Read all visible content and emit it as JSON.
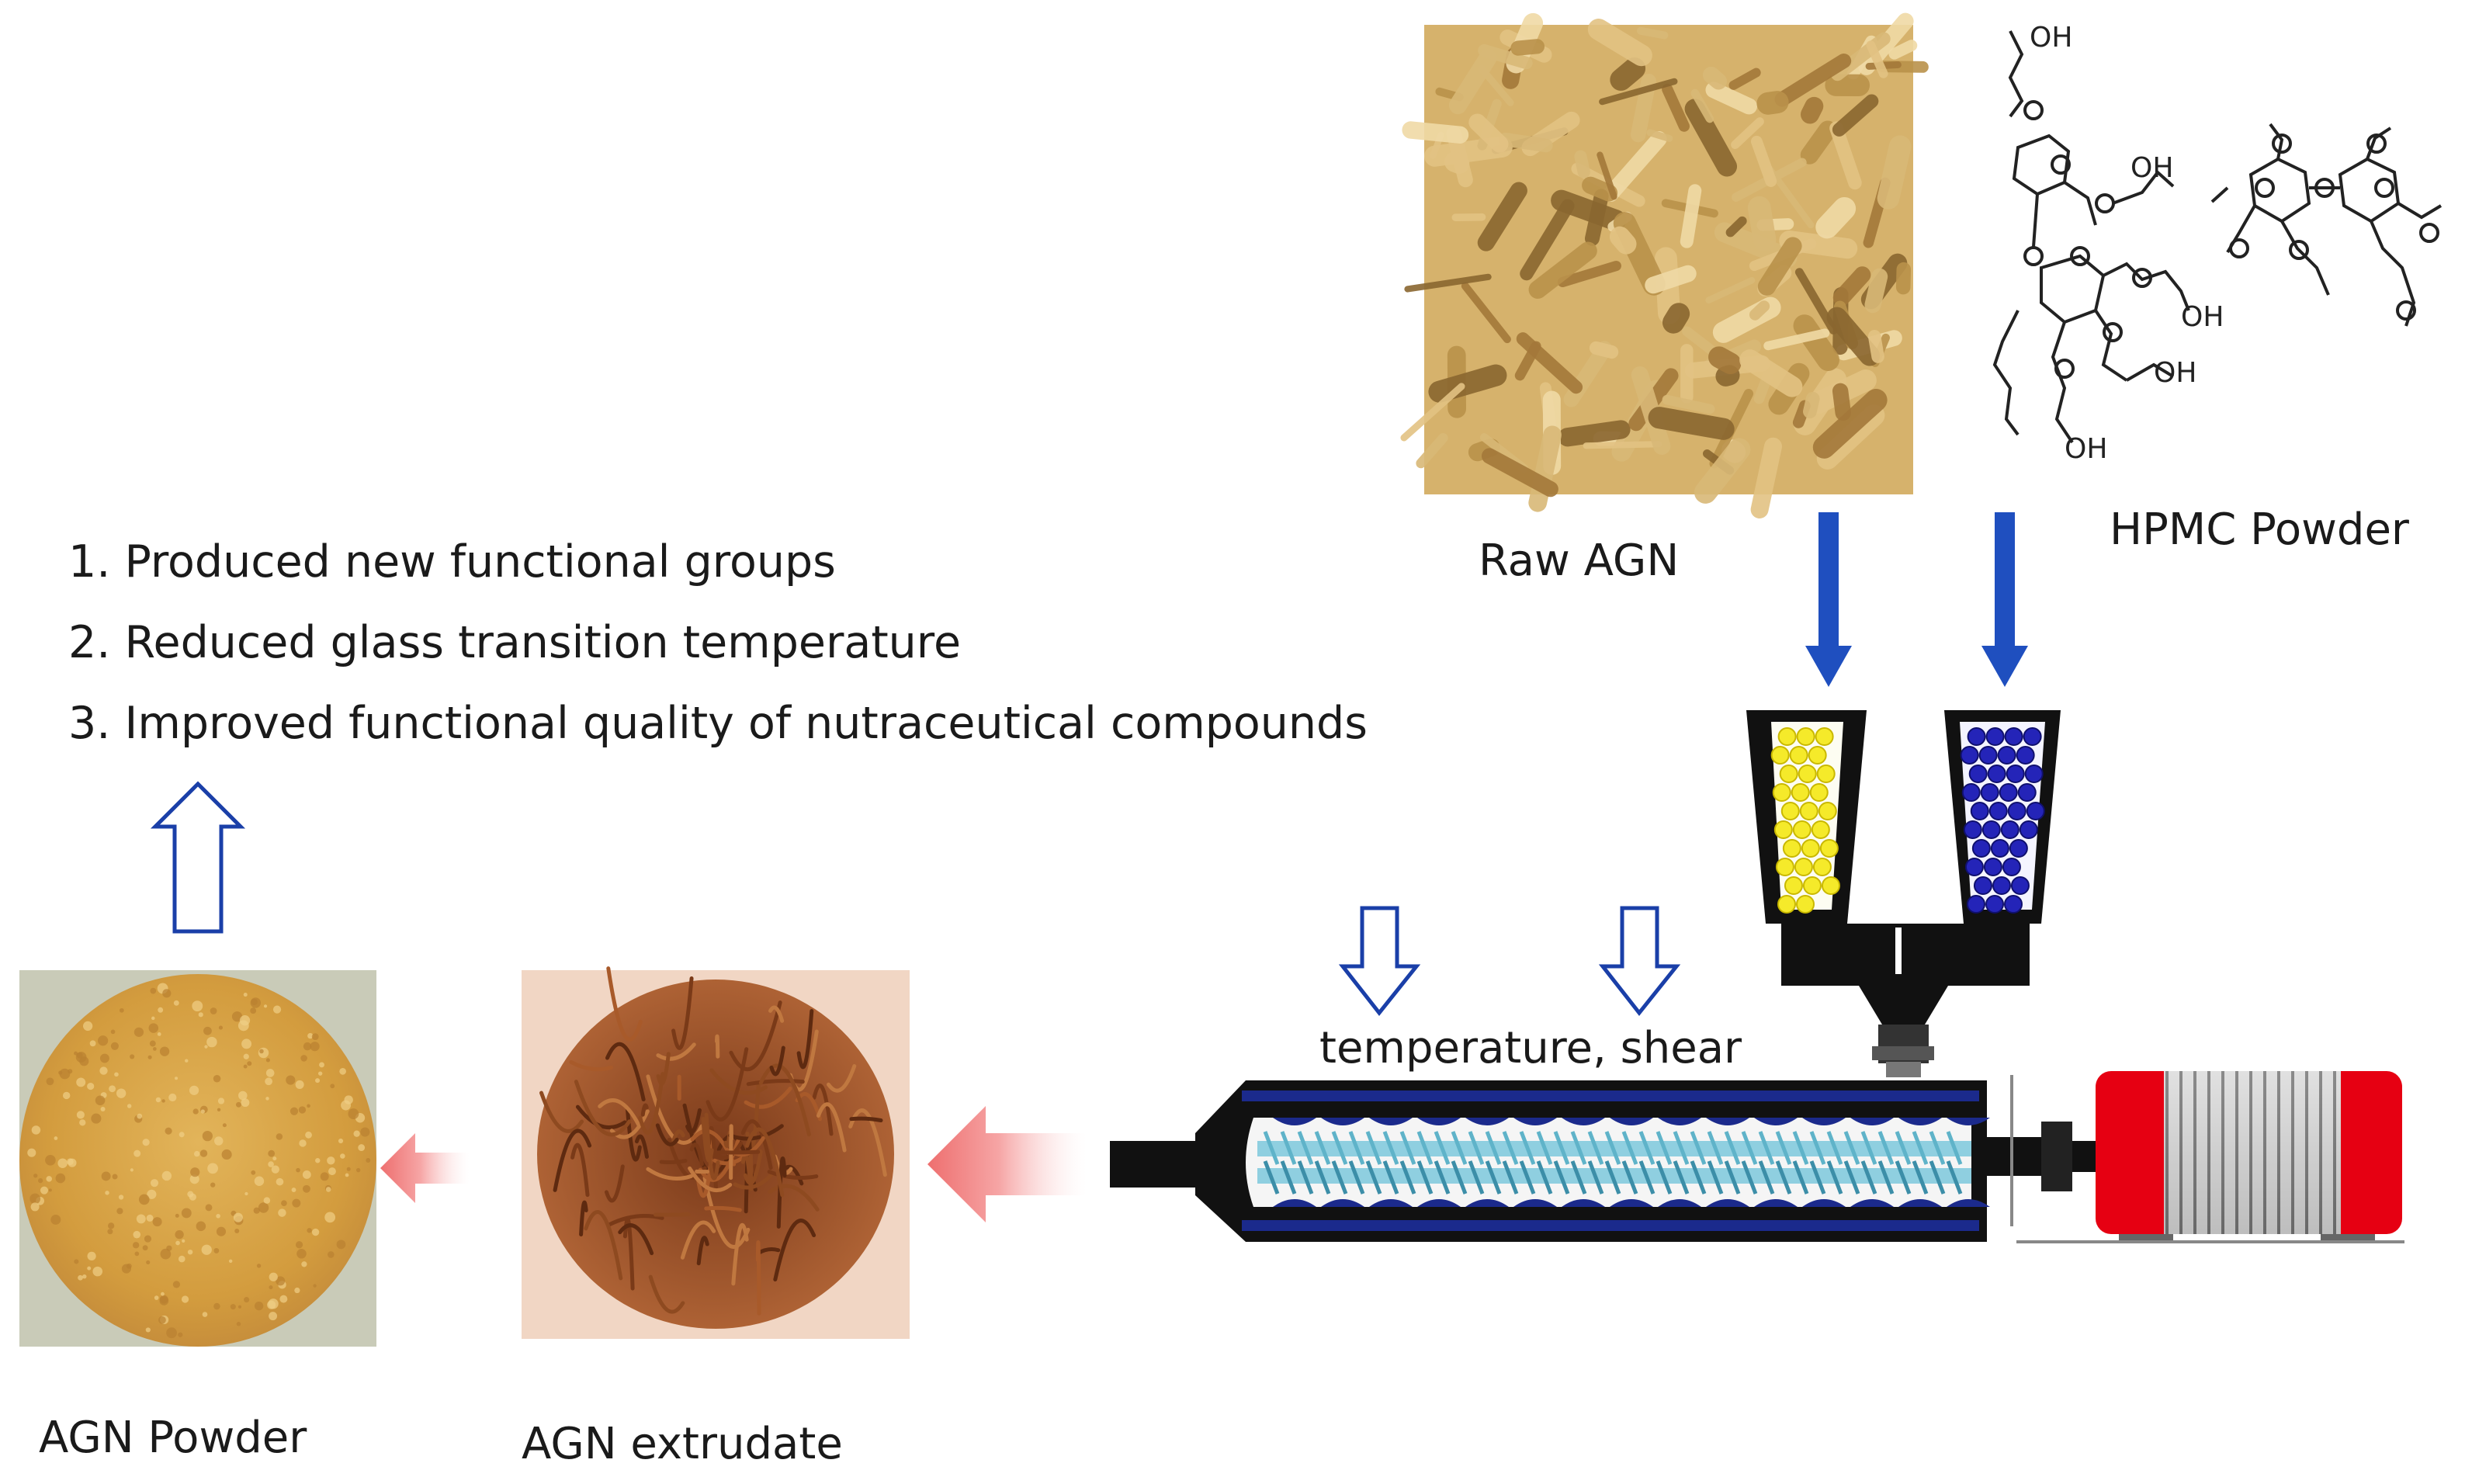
{
  "labels": {
    "raw_agn": "Raw AGN",
    "hpmc_powder": "HPMC Powder",
    "process_conditions": "temperature, shear",
    "agn_extrudate": "AGN extrudate",
    "agn_powder": "AGN Powder"
  },
  "outcomes": [
    "1. Produced new functional groups",
    "2. Reduced glass transition temperature",
    "3. Improved functional quality of nutraceutical compounds"
  ],
  "hpmc_structure_labels": {
    "hydroxyl": "OH"
  },
  "colors": {
    "feed_arrow": "#1f4fbf",
    "outline_arrow": "#1a3fa8",
    "flow_arrow": "#f28b8b",
    "hopper_yellow": "#f5ea2a",
    "hopper_blue": "#2424b8",
    "motor_red": "#e60012",
    "barrel_blue": "#1b2a8c",
    "screw_teal": "#5fb3c9",
    "raw_agn_tone": "#c9a35a",
    "extrudate_tone": "#8a4a22",
    "powder_tone": "#d9a648"
  }
}
